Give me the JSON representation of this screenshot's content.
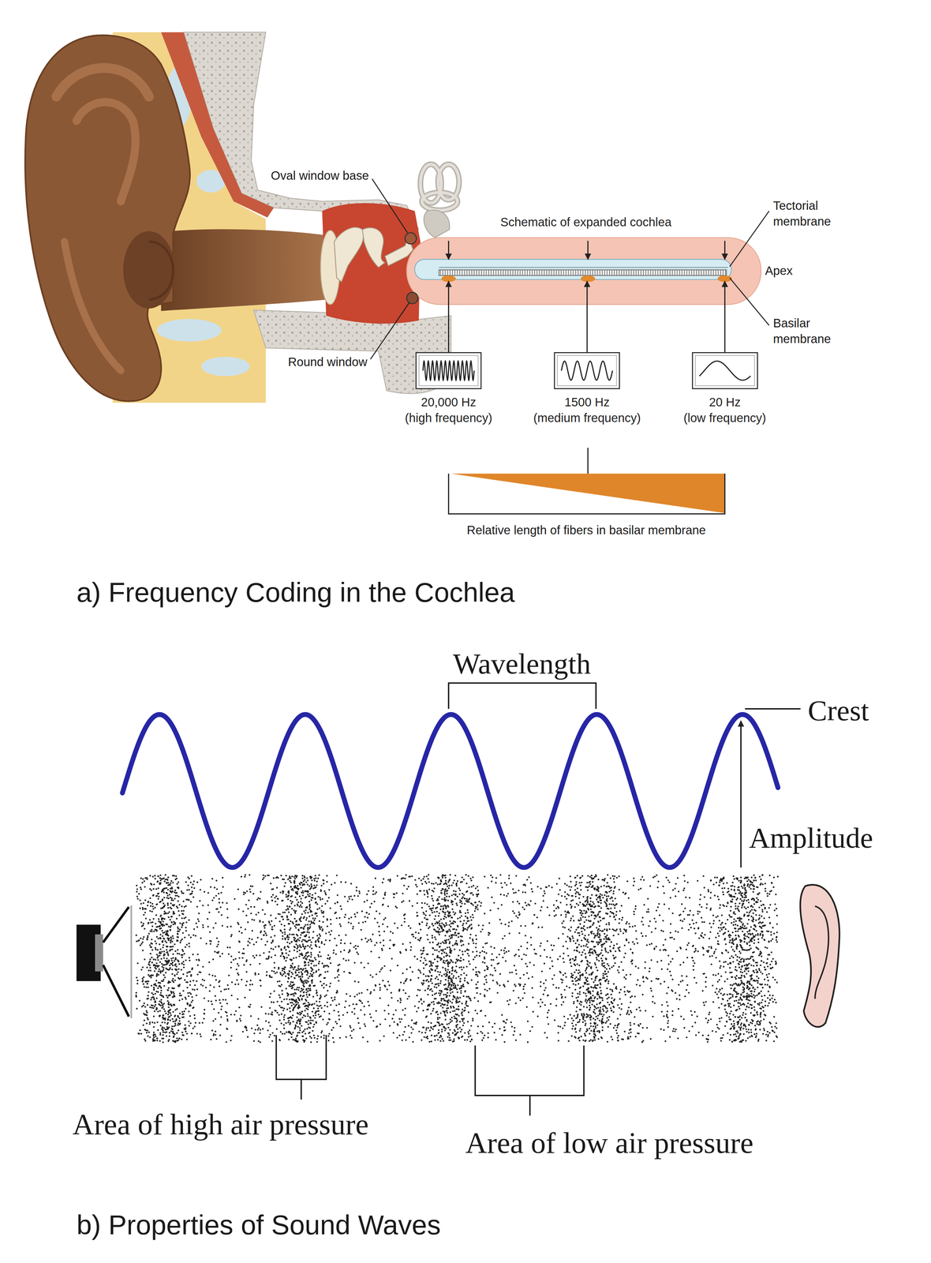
{
  "diagram": {
    "nodes": [
      {
        "text": [
          "Schematic of expanded cochlea"
        ]
      },
      {
        "text": [
          "20,000 Hz",
          "(high frequency)"
        ]
      },
      {
        "text": [
          "1500 Hz",
          "(medium frequency)"
        ]
      },
      {
        "text": [
          "20 Hz",
          "(low frequency)"
        ]
      }
    ],
    "edges": [
      {
        "from": 1,
        "to": 0,
        "arrow": "to"
      },
      {
        "from": 2,
        "to": 0,
        "arrow": "to"
      },
      {
        "from": 3,
        "to": 0,
        "arrow": "to"
      }
    ],
    "labels": [
      "Oval window base",
      "Tectorial membrane",
      "Apex",
      "Basilar membrane",
      "Round window",
      "Relative length of fibers in basilar membrane",
      "a) Frequency Coding in the Cochlea",
      "Wavelength",
      "Crest",
      "Amplitude",
      "Area of high air pressure",
      "Area of low air pressure",
      "b) Properties of Sound Waves"
    ]
  }
}
